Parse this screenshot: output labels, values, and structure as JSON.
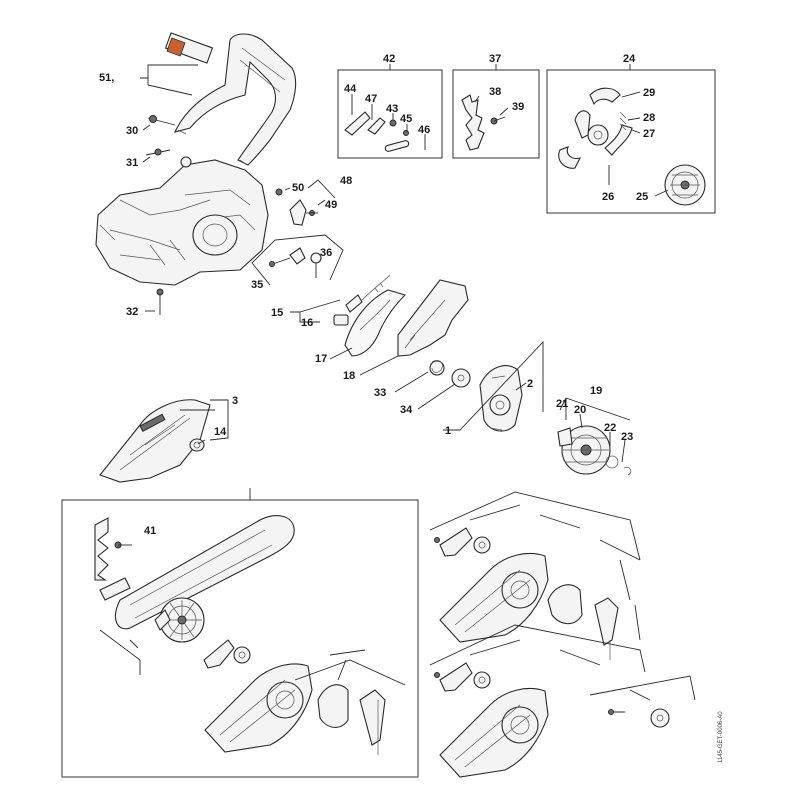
{
  "diagram": {
    "labels": {
      "l51": "51,",
      "l30": "30",
      "l31": "31",
      "l32": "32",
      "l42": "42",
      "l44": "44",
      "l47": "47",
      "l43": "43",
      "l45": "45",
      "l46": "46",
      "l37": "37",
      "l38": "38",
      "l39": "39",
      "l24": "24",
      "l29": "29",
      "l28": "28",
      "l27": "27",
      "l26": "26",
      "l25": "25",
      "l50": "50",
      "l48": "48",
      "l49": "49",
      "l36": "36",
      "l35": "35",
      "l15": "15",
      "l16": "16",
      "l17": "17",
      "l18": "18",
      "l33": "33",
      "l34": "34",
      "l2": "2",
      "l1": "1",
      "l19": "19",
      "l21": "21",
      "l20": "20",
      "l22": "22",
      "l23": "23",
      "l3": "3",
      "l14": "14",
      "l41": "41"
    },
    "drawing_code": "1145-GET-0006-A0"
  },
  "colors": {
    "line": "#2a2a2a",
    "fill": "#f4f4f4",
    "accent": "#c8622a"
  }
}
